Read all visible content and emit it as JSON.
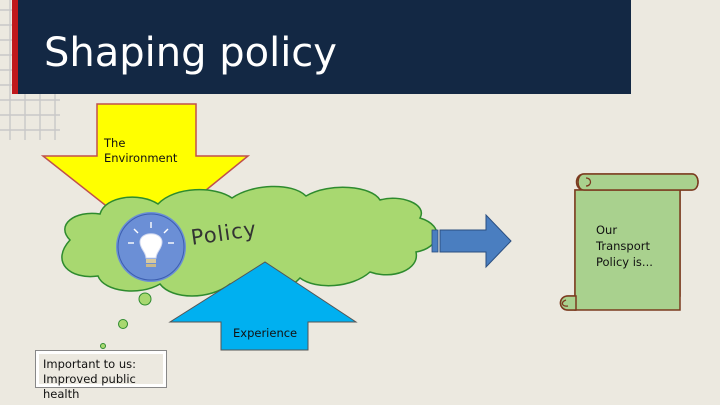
{
  "slide": {
    "title": "Shaping policy"
  },
  "diagram": {
    "environment_label": "The Environment",
    "policy_label": "Policy",
    "experience_label": "Experience",
    "scroll_text": "Our Transport Policy is...",
    "note_text": "Important to us: Improved public health"
  },
  "colors": {
    "title_bar": "#132844",
    "title_accent": "#c0181b",
    "background": "#ece9e0",
    "cloud": "#a8d870",
    "cloud_outline": "#2e8b2e",
    "environment_arrow": "#ffff00",
    "experience_arrow": "#00b0f0",
    "right_arrow": "#4a7ec0",
    "scroll": "#a9d18e"
  },
  "icons": [
    "lightbulb-icon"
  ]
}
